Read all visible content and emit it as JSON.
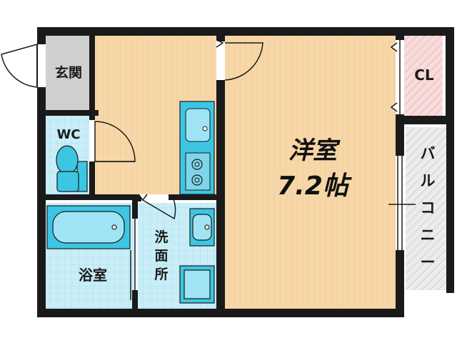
{
  "rooms": {
    "genkan": "玄関",
    "wc": "WC",
    "yoshitsu_name": "洋室",
    "yoshitsu_size": "7.2帖",
    "closet": "CL",
    "balcony": [
      "バ",
      "ル",
      "コ",
      "ニ",
      "ー"
    ],
    "bath": "浴室",
    "senmen": [
      "洗",
      "面",
      "所"
    ]
  },
  "colors": {
    "wall": "#1a1a1a",
    "floor_wood": "#f7d7a8",
    "wet_area": "#c9eef8",
    "closet": "#f8dcdc",
    "balcony": "#e4e4e4",
    "fixture": "#3cc6e4",
    "entry_floor": "#cfcfcf"
  }
}
